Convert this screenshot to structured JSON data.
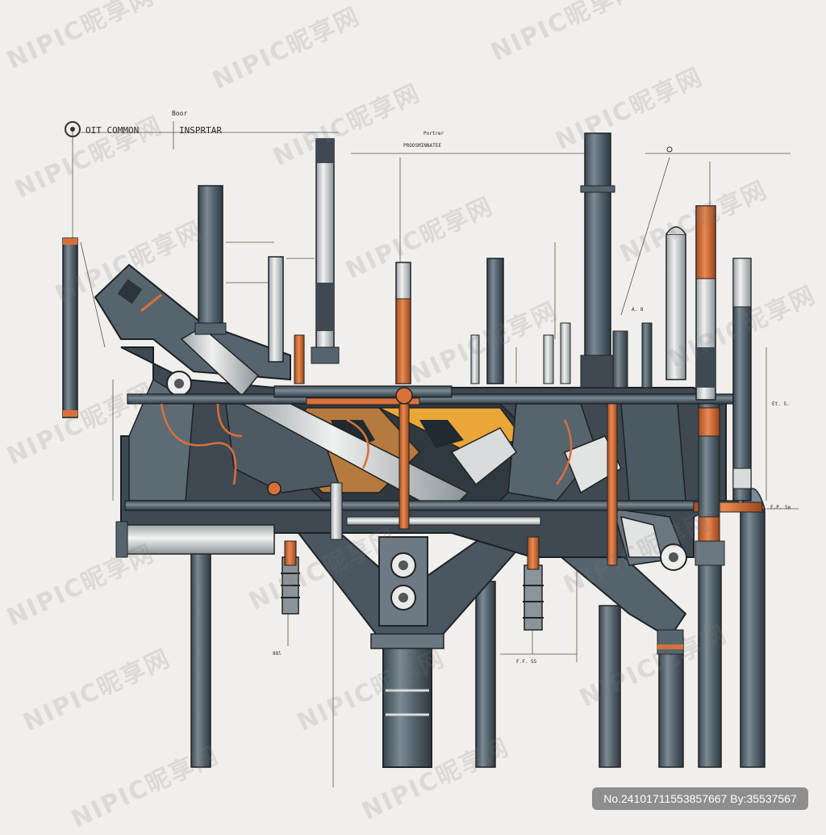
{
  "labels": {
    "left_title": "OIT COMMON",
    "left_title_2": "INSPRTAR",
    "top_note": "Boor",
    "center_note_1": "Portrer",
    "center_note_2": "PROOSMINNATEE",
    "side_note": "A. 8",
    "right_note": "Et. S.",
    "right_mid_note": "F.P. Se",
    "bottom_note_left": "88l",
    "bottom_note_right": "F.F. SS"
  },
  "watermark": {
    "text": "NIPIC昵享网",
    "id": "No.24101711553857667 By:35537567"
  },
  "colors": {
    "background": "#f1efeb",
    "pipe_steel": "#56646e",
    "pipe_light": "#d8dcdd",
    "pipe_orange": "#d9703a",
    "accent_yellow": "#e9a737",
    "dark_body": "#3e4952"
  }
}
